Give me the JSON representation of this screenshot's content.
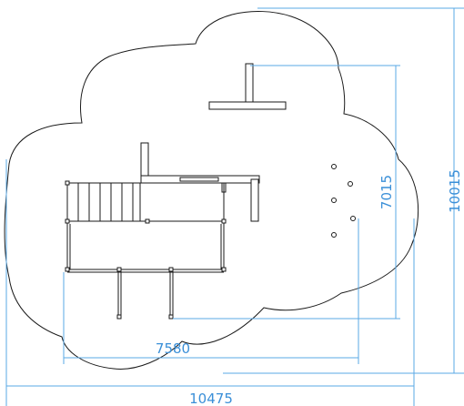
{
  "dimensions": {
    "overall_width": "10475",
    "overall_depth": "10015",
    "structure_width": "7580",
    "structure_depth": "7015"
  },
  "colors": {
    "dimension": "#3a8fd8",
    "outline": "#1a1a1a",
    "background": "#ffffff"
  }
}
